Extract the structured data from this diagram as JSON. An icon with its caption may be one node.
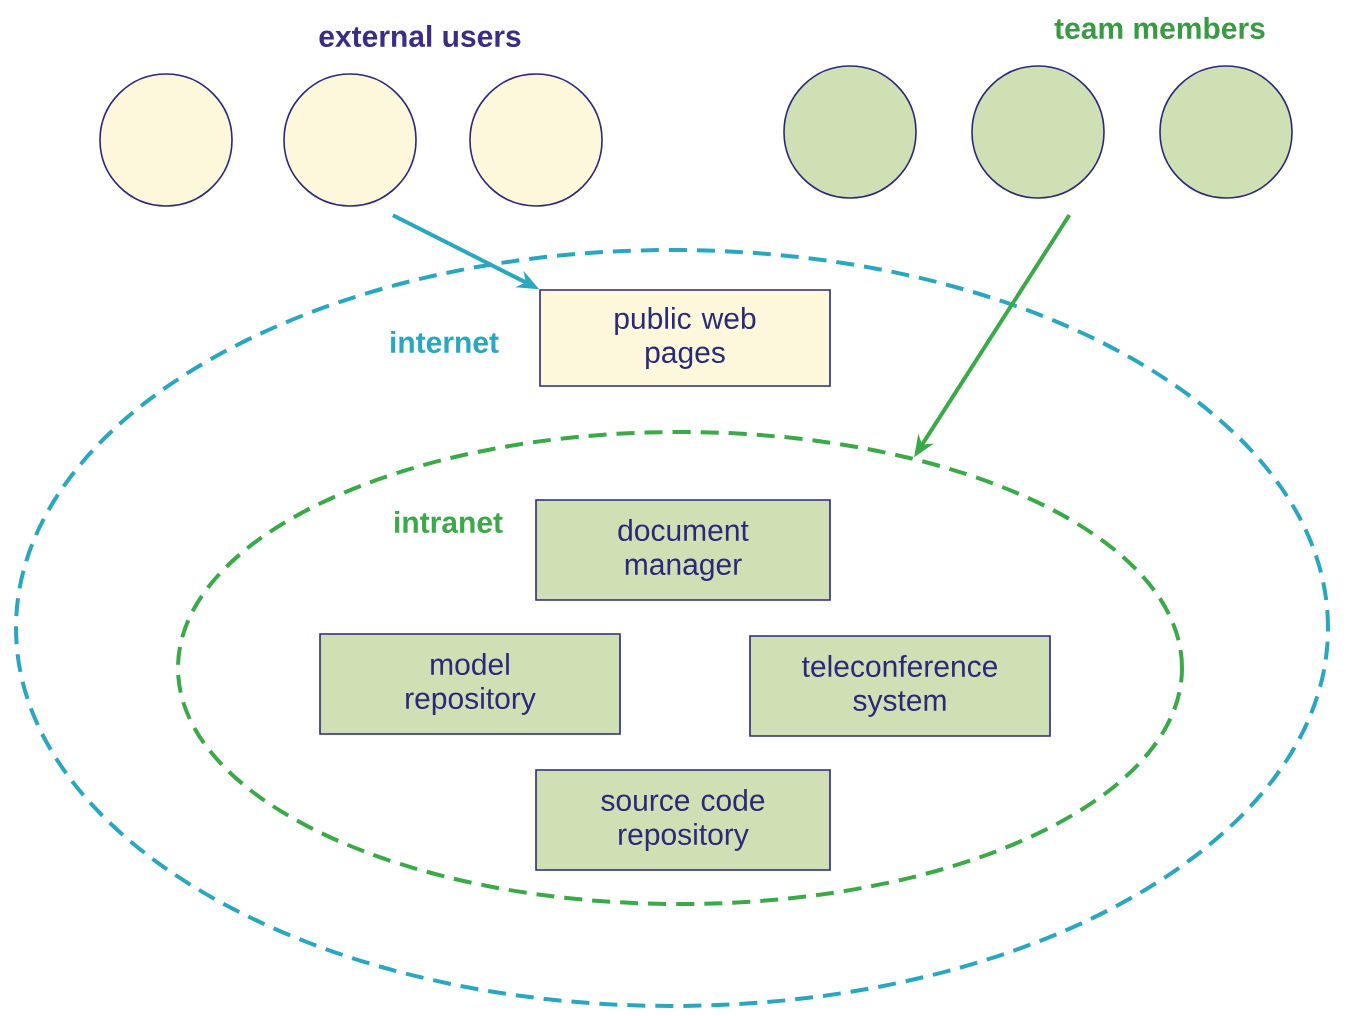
{
  "diagram": {
    "nodes": [
      {
        "text": [],
        "shape": "circle"
      },
      {
        "text": [],
        "shape": "circle"
      },
      {
        "text": [],
        "shape": "circle"
      },
      {
        "text": [],
        "shape": "circle"
      },
      {
        "text": [],
        "shape": "circle"
      },
      {
        "text": [],
        "shape": "circle"
      },
      {
        "text": [
          "internet"
        ]
      },
      {
        "text": [
          "public web pages"
        ],
        "in": 6
      },
      {
        "text": [
          "intranet"
        ],
        "in": 6
      },
      {
        "text": [
          "document manager"
        ],
        "in": 8
      },
      {
        "text": [
          "model repository"
        ],
        "in": 8
      },
      {
        "text": [
          "teleconference system"
        ],
        "in": 8
      },
      {
        "text": [
          "source code repository"
        ],
        "in": 8
      }
    ],
    "edges": [
      {
        "from": 1,
        "to": 7,
        "arrow": "to",
        "color": "#2aa7c0"
      },
      {
        "from": 4,
        "to": 8,
        "arrow": "to",
        "color": "#3aaa48"
      }
    ],
    "labels": [
      "external users",
      "team members"
    ]
  }
}
